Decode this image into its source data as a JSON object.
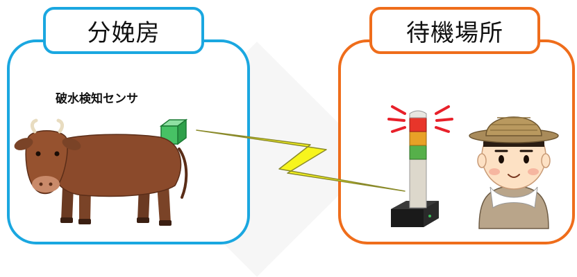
{
  "left_panel": {
    "title": "分娩房",
    "sensor_label": "破水検知センサ"
  },
  "right_panel": {
    "title": "待機場所"
  },
  "colors": {
    "left_border": "#1aa7e0",
    "right_border": "#ef6d1b",
    "lightning": "#f7f51d",
    "sensor": "#3cbf5a"
  },
  "icons": [
    "cow-icon",
    "sensor-cube-icon",
    "lightning-bolt-icon",
    "signal-tower-icon",
    "alarm-lines-icon",
    "farmer-icon"
  ]
}
